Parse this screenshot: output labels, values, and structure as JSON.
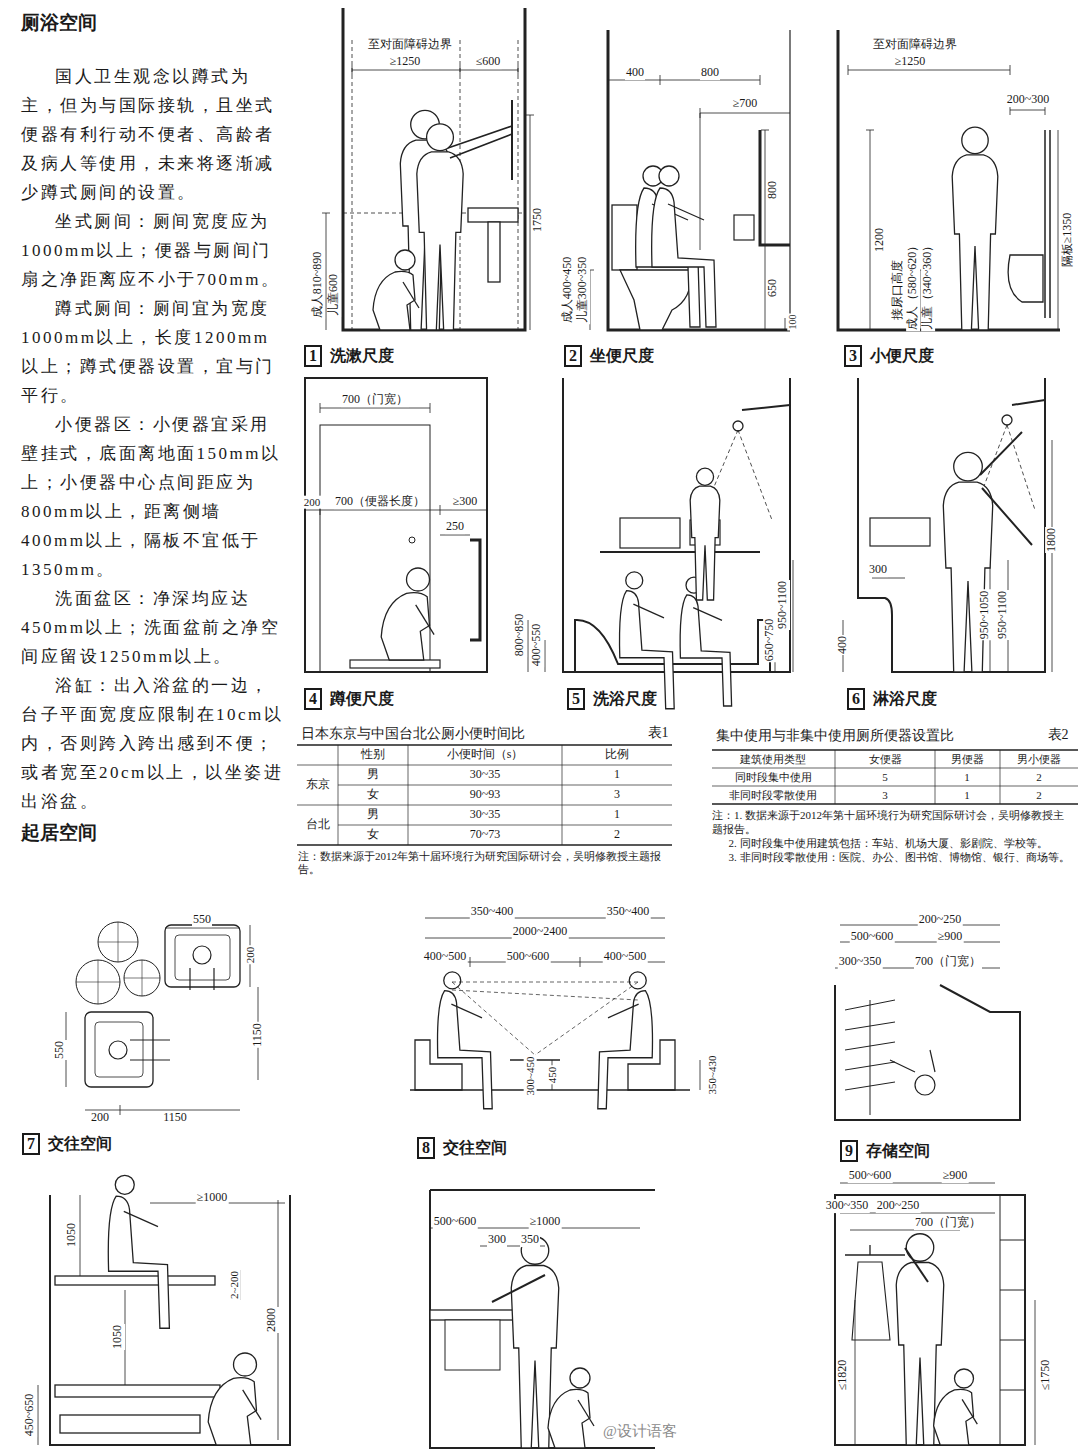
{
  "diagram": {
    "nodes": [
      {
        "text": [
          "1",
          "洗漱尺度"
        ]
      },
      {
        "text": [
          "2",
          "坐便尺度"
        ]
      },
      {
        "text": [
          "3",
          "小便尺度"
        ]
      },
      {
        "text": [
          "4",
          "蹲便尺度"
        ]
      },
      {
        "text": [
          "5",
          "洗浴尺度"
        ]
      },
      {
        "text": [
          "6",
          "淋浴尺度"
        ]
      },
      {
        "text": [
          "7",
          "交往空间"
        ]
      },
      {
        "text": [
          "8",
          "交往空间"
        ]
      },
      {
        "text": [
          "9",
          "存储空间"
        ]
      }
    ],
    "labels": [
      "厕浴空间",
      "国人卫生观念以蹲式为主，但为与国际接轨，且坐式便器有利行动不便者、高龄者及病人等使用，未来将逐渐减少蹲式厕间的设置。",
      "坐式厕间：厕间宽度应为1000mm以上；便器与厕间门扇之净距离应不小于700mm。",
      "蹲式厕间：厕间宜为宽度1000mm以上，长度1200mm以上；蹲式便器设置，宜与门平行。",
      "小便器区：小便器宜采用壁挂式，底面离地面150mm以上；小便器中心点间距应为800mm以上，距离侧墙400mm以上，隔板不宜低于1350mm。",
      "洗面盆区：净深均应达450mm以上；洗面盆前之净空间应留设1250mm以上。",
      "浴缸：出入浴盆的一边，台子平面宽度应限制在10cm以内，否则跨入跨出感到不便；或者宽至20cm以上，以坐姿进出浴盆。",
      "起居空间",
      "至对面障碍边界",
      "≥1250",
      "≤600",
      "1750",
      "成人810~890",
      "儿童600",
      "400",
      "800",
      "≥700",
      "800",
      "650",
      "100",
      "成人400~450",
      "儿童300~350",
      "至对面障碍边界",
      "≥1250",
      "200~300",
      "1200",
      "接尿口高度",
      "成人（580~620）",
      "儿童（340~360）",
      "隔板≥1350",
      "700（门宽）",
      "200",
      "700（便器长度）",
      "≥300",
      "250",
      "800~850",
      "400~550",
      "650~750",
      "950~1100",
      "300",
      "400",
      "950~1050",
      "950~1100",
      "1800",
      "日本东京与中国台北公厕小便时间比",
      "表1",
      "性别",
      "小便时间（s）",
      "比例",
      "东京",
      "男",
      "30~35",
      "1",
      "女",
      "90~93",
      "3",
      "台北",
      "男",
      "30~35",
      "1",
      "女",
      "70~73",
      "2",
      "注：数据来源于2012年第十届环境行为研究国际研讨会，吴明修教授主题报告。",
      "集中使用与非集中使用厕所便器设置比",
      "表2",
      "建筑使用类型",
      "女便器",
      "男便器",
      "男小便器",
      "同时段集中使用",
      "5",
      "1",
      "2",
      "非同时段零散使用",
      "3",
      "1",
      "2",
      "注：1. 数据来源于2012年第十届环境行为研究国际研讨会，吴明修教授主题报告。",
      "2. 同时段集中使用建筑包括：车站、机场大厦、影剧院、学校等。",
      "3. 非同时段零散使用：医院、办公、图书馆、博物馆、银行、商场等。",
      "550",
      "200",
      "1150",
      "550",
      "200",
      "1150",
      "350~400",
      "350~400",
      "2000~2400",
      "400~500",
      "500~600",
      "400~500",
      "300~450",
      "450",
      "350~430",
      "200~250",
      "500~600",
      "≥900",
      "300~350",
      "700（门宽）",
      "≥1000",
      "1050",
      "2~200",
      "2800",
      "1050",
      "450~650",
      "500~600",
      "≥1000",
      "300",
      "350",
      "500~600",
      "≥900",
      "300~350",
      "200~250",
      "700（门宽）",
      "≤1820",
      "≤1750",
      "@设计语客"
    ]
  }
}
